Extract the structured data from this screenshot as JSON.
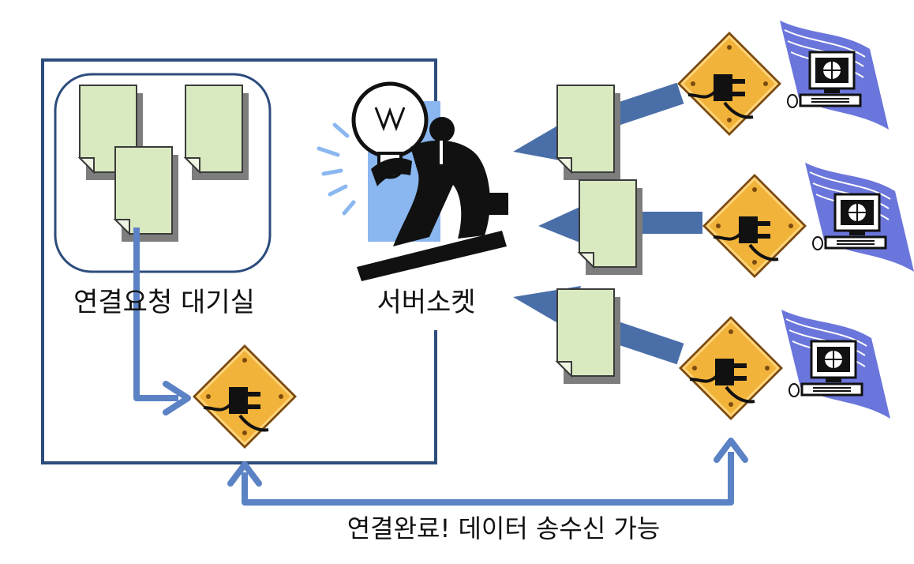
{
  "labels": {
    "backlog_queue": "연결요청 대기실",
    "server_socket": "서버소켓",
    "connection_complete": "연결완료! 데이터 송수신 가능"
  },
  "icons": {
    "request_document": "document-icon",
    "connection_plug": "plug-warning-sign-icon",
    "server_figure": "businessman-with-lightbulb-icon",
    "client_computer": "desktop-computer-icon",
    "signal_waves": "signal-waves-icon"
  },
  "colors": {
    "box_border": "#2c4c7c",
    "arrow_blue": "#5b82c4",
    "arrow_dark_blue": "#4a6fa8",
    "document_fill": "#d9eac0",
    "document_shadow": "#7d7d7d",
    "sign_gold": "#f2b33a",
    "sign_border": "#7a4a10",
    "highlight_blue": "#8ab7f0",
    "wave_blue": "#5563d6"
  }
}
